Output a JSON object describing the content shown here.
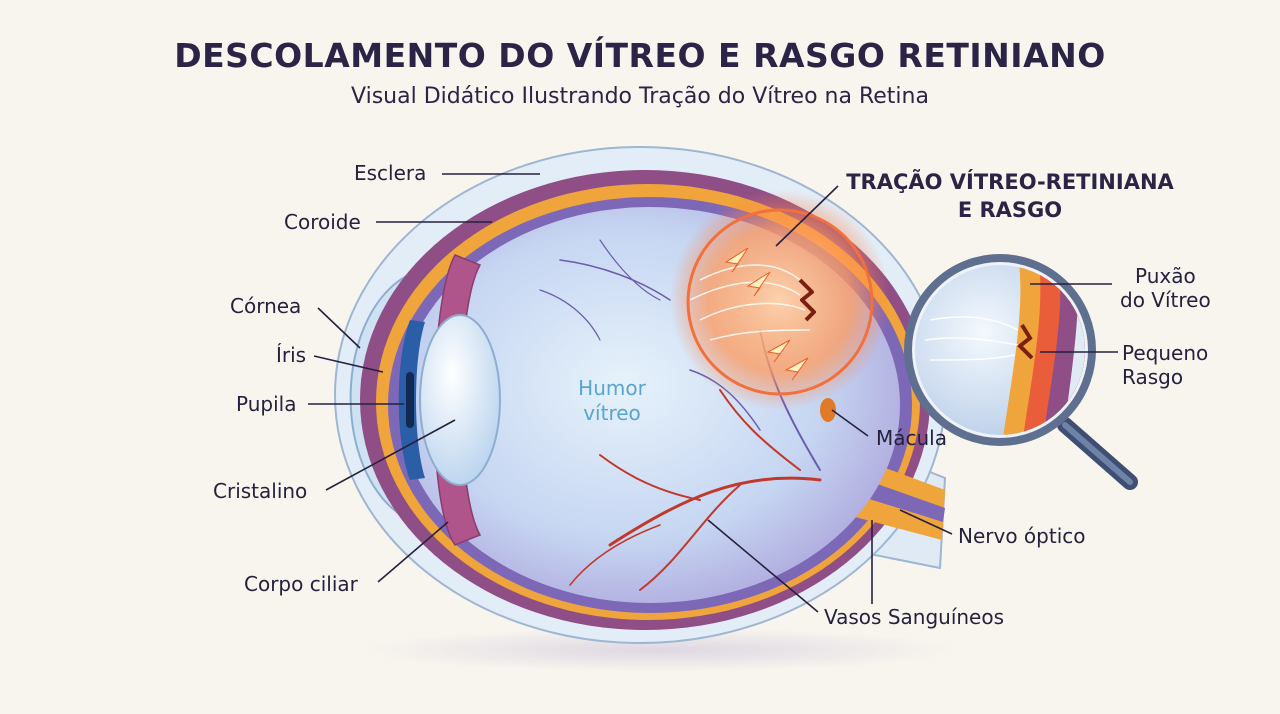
{
  "header": {
    "title": "DESCOLAMENTO DO VÍTREO E RASGO RETINIANO",
    "subtitle": "Visual Didático Ilustrando Tração do Vítreo na Retina"
  },
  "labels": {
    "esclera": "Esclera",
    "coroide": "Coroide",
    "cornea": "Córnea",
    "iris": "Íris",
    "pupila": "Pupila",
    "cristalino": "Cristalino",
    "corpo_ciliar": "Corpo ciliar",
    "humor_line1": "Humor",
    "humor_line2": "vítreo",
    "tracao_line1": "TRAÇÃO VÍTREO-RETINIANA",
    "tracao_line2": "E RASGO",
    "puxao_line1": "Puxão",
    "puxao_line2": "do Vítreo",
    "pequeno_line1": "Pequeno",
    "pequeno_line2": "Rasgo",
    "macula": "Mácula",
    "nervo": "Nervo óptico",
    "vasos": "Vasos Sanguíneos"
  },
  "colors": {
    "background": "#f8f5ee",
    "text": "#26213d",
    "sclera": "#dfeaf5",
    "choroid": "#9a4f82",
    "retina": "#f1a63a",
    "vitreous": "#c9d9f2",
    "tear_glow": "#f15a24",
    "vessel": "#c0392b",
    "humor_label": "#58a6cf"
  },
  "icons": {
    "magnifier": "magnifying-glass-icon"
  }
}
